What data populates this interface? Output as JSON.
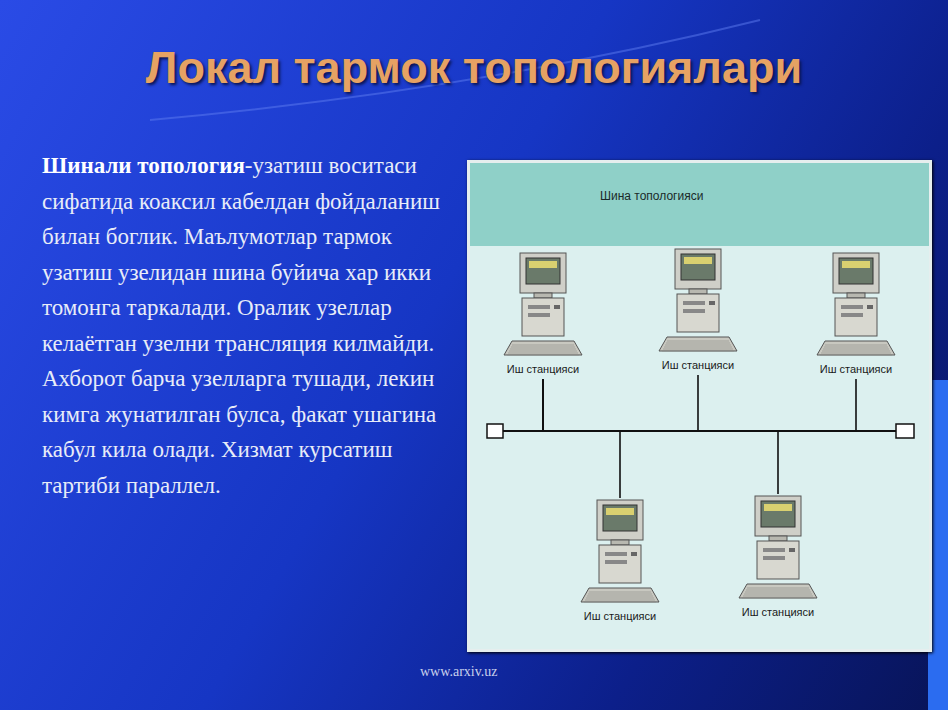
{
  "diagram": {
    "title": "Локал тармок топологиялари",
    "nodes": [
      {
        "text": [
          "Шина топологияси"
        ]
      },
      {
        "text": [
          "Иш станцияси"
        ],
        "in": 0
      },
      {
        "text": [
          "Иш станцияси"
        ],
        "in": 0
      },
      {
        "text": [
          "Иш станцияси"
        ],
        "in": 0
      },
      {
        "text": [
          "Иш станцияси"
        ],
        "in": 0
      },
      {
        "text": [
          "Иш станцияси"
        ],
        "in": 0
      }
    ],
    "edges": [
      {
        "from": 1,
        "to": 2,
        "arrow": "none"
      },
      {
        "from": 1,
        "to": 3,
        "arrow": "none"
      },
      {
        "from": 1,
        "to": 4,
        "arrow": "none"
      },
      {
        "from": 1,
        "to": 5,
        "arrow": "none"
      }
    ],
    "labels": [
      "Шинали топология",
      "-узатиш воситаси сифатида коаксил кабелдан фойдаланиш билан боглик. Маълумотлар тармок узатиш узелидан шина буйича хар икки томонга таркалади. Оралик узеллар келаётган узелни трансляция килмайди. Ахборот барча узелларга тушади, лекин кимга жунатилган булса, факат ушагина кабул кила олади. Хизмат курсатиш тартиби параллел.",
      "www.arxiv.uz"
    ]
  }
}
